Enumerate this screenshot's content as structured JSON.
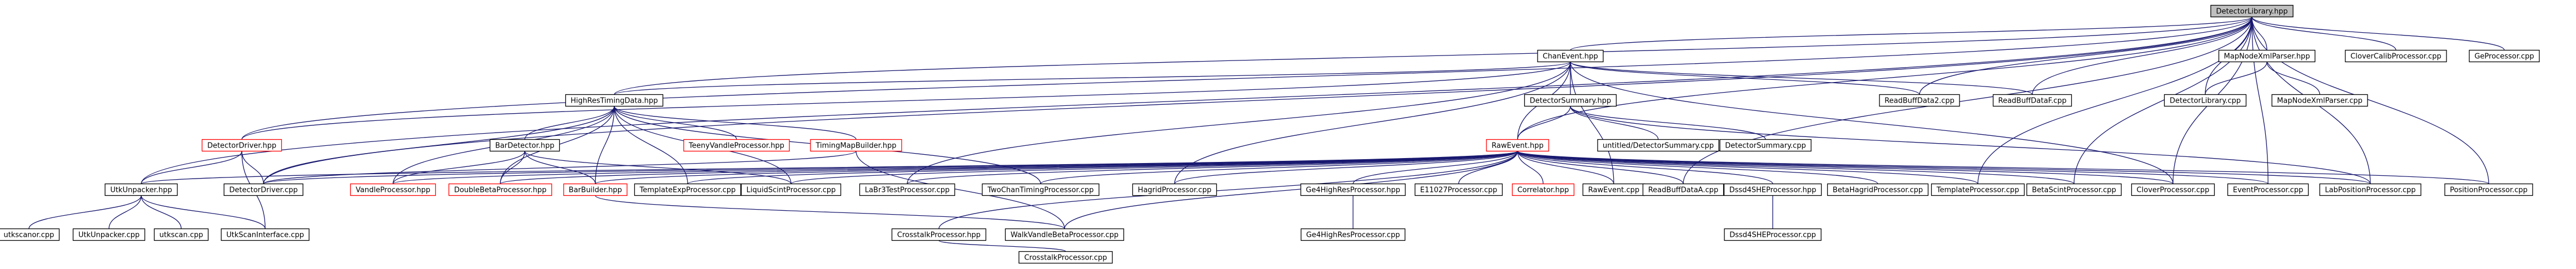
{
  "diagram": {
    "title": "DetectorLibrary.hpp",
    "colors": {
      "edge": "#191970",
      "node_border": "#000000",
      "node_border_undocumented": "#ff0000",
      "node_fill": "#ffffff",
      "node_fill_root": "#bfbfbf",
      "text": "#000000"
    },
    "nodes": [
      {
        "id": "detectorlibrary_hpp",
        "label": "DetectorLibrary.hpp",
        "root": true
      },
      {
        "id": "chanevent_hpp",
        "label": "ChanEvent.hpp"
      },
      {
        "id": "mapnodexmlparser_hpp",
        "label": "MapNodeXmlParser.hpp"
      },
      {
        "id": "clovercalibprocessor_cpp",
        "label": "CloverCalibProcessor.cpp"
      },
      {
        "id": "geprocessor_cpp",
        "label": "GeProcessor.cpp"
      },
      {
        "id": "highresttimingdata_hpp",
        "label": "HighResTimingData.hpp"
      },
      {
        "id": "detectorsummary_hpp",
        "label": "DetectorSummary.hpp"
      },
      {
        "id": "readbuffdata2_cpp",
        "label": "ReadBuffData2.cpp"
      },
      {
        "id": "readbuffdataf_cpp",
        "label": "ReadBuffDataF.cpp"
      },
      {
        "id": "detectorlibrary_cpp",
        "label": "DetectorLibrary.cpp"
      },
      {
        "id": "mapnodexmlparser_cpp",
        "label": "MapNodeXmlParser.cpp"
      },
      {
        "id": "detectordriver_hpp",
        "label": "DetectorDriver.hpp",
        "undocumented": true
      },
      {
        "id": "bardetector_hpp",
        "label": "BarDetector.hpp"
      },
      {
        "id": "teenyvandleprocessor_hpp",
        "label": "TeenyVandleProcessor.hpp",
        "undocumented": true
      },
      {
        "id": "timingmapbuilder_hpp",
        "label": "TimingMapBuilder.hpp",
        "undocumented": true
      },
      {
        "id": "rawevent_hpp",
        "label": "RawEvent.hpp",
        "undocumented": true
      },
      {
        "id": "untitled_detectorsummary_cpp",
        "label": "untitled/DetectorSummary.cpp"
      },
      {
        "id": "detectorsummary_cpp",
        "label": "DetectorSummary.cpp"
      },
      {
        "id": "utkunpacker_hpp",
        "label": "UtkUnpacker.hpp"
      },
      {
        "id": "detectordriver_cpp",
        "label": "DetectorDriver.cpp"
      },
      {
        "id": "vandleprocessor_hpp",
        "label": "VandleProcessor.hpp",
        "undocumented": true
      },
      {
        "id": "doublebetaprocessor_hpp",
        "label": "DoubleBetaProcessor.hpp",
        "undocumented": true
      },
      {
        "id": "barbuilder_hpp",
        "label": "BarBuilder.hpp",
        "undocumented": true
      },
      {
        "id": "templateexpprocessor_cpp",
        "label": "TemplateExpProcessor.cpp"
      },
      {
        "id": "liquidscintprocessor_cpp",
        "label": "LiquidScintProcessor.cpp"
      },
      {
        "id": "labr3testprocessor_cpp",
        "label": "LaBr3TestProcessor.cpp"
      },
      {
        "id": "twochantimingprocessor_cpp",
        "label": "TwoChanTimingProcessor.cpp"
      },
      {
        "id": "hagridprocessor_cpp",
        "label": "HagridProcessor.cpp"
      },
      {
        "id": "gehighresprocessor_hpp",
        "label": "Ge4HighResProcessor.hpp"
      },
      {
        "id": "e11027processor_cpp",
        "label": "E11027Processor.cpp"
      },
      {
        "id": "correlator_hpp",
        "label": "Correlator.hpp",
        "undocumented": true
      },
      {
        "id": "rawevent_cpp",
        "label": "RawEvent.cpp"
      },
      {
        "id": "readbuffdataa_cpp",
        "label": "ReadBuffDataA.cpp"
      },
      {
        "id": "dssdgsheprocessor_hpp",
        "label": "Dssd4SHEProcessor.hpp"
      },
      {
        "id": "betahagridprocessor_cpp",
        "label": "BetaHagridProcessor.cpp"
      },
      {
        "id": "templateprocessor_cpp",
        "label": "TemplateProcessor.cpp"
      },
      {
        "id": "betascintprocessor_cpp",
        "label": "BetaScintProcessor.cpp"
      },
      {
        "id": "cloverprocessor_cpp",
        "label": "CloverProcessor.cpp"
      },
      {
        "id": "eventprocessor_cpp",
        "label": "EventProcessor.cpp"
      },
      {
        "id": "labpositionprocessor_cpp",
        "label": "LabPositionProcessor.cpp"
      },
      {
        "id": "positionprocessor_cpp",
        "label": "PositionProcessor.cpp"
      },
      {
        "id": "utkscanor_cpp",
        "label": "utkscanor.cpp"
      },
      {
        "id": "utkunpacker_cpp",
        "label": "UtkUnpacker.cpp"
      },
      {
        "id": "utkscan_cpp",
        "label": "utkscan.cpp"
      },
      {
        "id": "utkscaninterface_cpp",
        "label": "UtkScanInterface.cpp"
      },
      {
        "id": "crosstalkprocessor_hpp",
        "label": "CrosstalkProcessor.hpp"
      },
      {
        "id": "wallvandlebetaprocessor_cpp",
        "label": "WalkVandleBetaProcessor.cpp"
      },
      {
        "id": "gehighresprocessor_cpp",
        "label": "Ge4HighResProcessor.cpp"
      },
      {
        "id": "dssdgsheprocessor_cpp",
        "label": "Dssd4SHEProcessor.cpp"
      },
      {
        "id": "crosstalkprocessor_cpp",
        "label": "CrosstalkProcessor.cpp"
      }
    ],
    "edges": [
      [
        "detectorlibrary_hpp",
        "chanevent_hpp"
      ],
      [
        "detectorlibrary_hpp",
        "mapnodexmlparser_hpp"
      ],
      [
        "detectorlibrary_hpp",
        "clovercalibprocessor_cpp"
      ],
      [
        "detectorlibrary_hpp",
        "geprocessor_cpp"
      ],
      [
        "detectorlibrary_hpp",
        "readbuffdata2_cpp"
      ],
      [
        "detectorlibrary_hpp",
        "readbuffdataf_cpp"
      ],
      [
        "detectorlibrary_hpp",
        "detectorlibrary_cpp"
      ],
      [
        "detectorlibrary_hpp",
        "detectordriver_hpp"
      ],
      [
        "detectorlibrary_hpp",
        "rawevent_hpp"
      ],
      [
        "detectorlibrary_hpp",
        "detectordriver_cpp"
      ],
      [
        "detectorlibrary_hpp",
        "highresttimingdata_hpp"
      ],
      [
        "detectorlibrary_hpp",
        "readbuffdataa_cpp"
      ],
      [
        "detectorlibrary_hpp",
        "betascintprocessor_cpp"
      ],
      [
        "detectorlibrary_hpp",
        "cloverprocessor_cpp"
      ],
      [
        "detectorlibrary_hpp",
        "eventprocessor_cpp"
      ],
      [
        "detectorlibrary_hpp",
        "labpositionprocessor_cpp"
      ],
      [
        "detectorlibrary_hpp",
        "positionprocessor_cpp"
      ],
      [
        "detectorlibrary_hpp",
        "templateprocessor_cpp"
      ],
      [
        "detectorlibrary_hpp",
        "utkunpacker_hpp"
      ],
      [
        "mapnodexmlparser_hpp",
        "detectorlibrary_cpp"
      ],
      [
        "mapnodexmlparser_hpp",
        "mapnodexmlparser_cpp"
      ],
      [
        "chanevent_hpp",
        "highresttimingdata_hpp"
      ],
      [
        "chanevent_hpp",
        "detectorsummary_hpp"
      ],
      [
        "chanevent_hpp",
        "readbuffdata2_cpp"
      ],
      [
        "chanevent_hpp",
        "readbuffdataf_cpp"
      ],
      [
        "chanevent_hpp",
        "rawevent_hpp"
      ],
      [
        "chanevent_hpp",
        "detectordriver_hpp"
      ],
      [
        "chanevent_hpp",
        "hagridprocessor_cpp"
      ],
      [
        "chanevent_hpp",
        "labr3testprocessor_cpp"
      ],
      [
        "chanevent_hpp",
        "rawevent_cpp"
      ],
      [
        "chanevent_hpp",
        "cloverprocessor_cpp"
      ],
      [
        "detectorsummary_hpp",
        "rawevent_hpp"
      ],
      [
        "detectorsummary_hpp",
        "untitled_detectorsummary_cpp"
      ],
      [
        "detectorsummary_hpp",
        "detectorsummary_cpp"
      ],
      [
        "detectorsummary_hpp",
        "labpositionprocessor_cpp"
      ],
      [
        "highresttimingdata_hpp",
        "bardetector_hpp"
      ],
      [
        "highresttimingdata_hpp",
        "teenyvandleprocessor_hpp"
      ],
      [
        "highresttimingdata_hpp",
        "timingmapbuilder_hpp"
      ],
      [
        "highresttimingdata_hpp",
        "detectordriver_cpp"
      ],
      [
        "highresttimingdata_hpp",
        "vandleprocessor_hpp"
      ],
      [
        "highresttimingdata_hpp",
        "doublebetaprocessor_hpp"
      ],
      [
        "highresttimingdata_hpp",
        "barbuilder_hpp"
      ],
      [
        "highresttimingdata_hpp",
        "templateexpprocessor_cpp"
      ],
      [
        "highresttimingdata_hpp",
        "liquidscintprocessor_cpp"
      ],
      [
        "highresttimingdata_hpp",
        "twochantimingprocessor_cpp"
      ],
      [
        "bardetector_hpp",
        "vandleprocessor_hpp"
      ],
      [
        "bardetector_hpp",
        "doublebetaprocessor_hpp"
      ],
      [
        "bardetector_hpp",
        "barbuilder_hpp"
      ],
      [
        "bardetector_hpp",
        "liquidscintprocessor_cpp"
      ],
      [
        "timingmapbuilder_hpp",
        "detectordriver_cpp"
      ],
      [
        "timingmapbuilder_hpp",
        "wallvandlebetaprocessor_cpp"
      ],
      [
        "detectordriver_hpp",
        "utkunpacker_hpp"
      ],
      [
        "detectordriver_hpp",
        "detectordriver_cpp"
      ],
      [
        "detectordriver_hpp",
        "utkscaninterface_cpp"
      ],
      [
        "rawevent_hpp",
        "detectordriver_cpp"
      ],
      [
        "rawevent_hpp",
        "utkunpacker_hpp"
      ],
      [
        "rawevent_hpp",
        "vandleprocessor_hpp"
      ],
      [
        "rawevent_hpp",
        "doublebetaprocessor_hpp"
      ],
      [
        "rawevent_hpp",
        "barbuilder_hpp"
      ],
      [
        "rawevent_hpp",
        "templateexpprocessor_cpp"
      ],
      [
        "rawevent_hpp",
        "liquidscintprocessor_cpp"
      ],
      [
        "rawevent_hpp",
        "labr3testprocessor_cpp"
      ],
      [
        "rawevent_hpp",
        "twochantimingprocessor_cpp"
      ],
      [
        "rawevent_hpp",
        "hagridprocessor_cpp"
      ],
      [
        "rawevent_hpp",
        "gehighresprocessor_hpp"
      ],
      [
        "rawevent_hpp",
        "e11027processor_cpp"
      ],
      [
        "rawevent_hpp",
        "correlator_hpp"
      ],
      [
        "rawevent_hpp",
        "rawevent_cpp"
      ],
      [
        "rawevent_hpp",
        "readbuffdataa_cpp"
      ],
      [
        "rawevent_hpp",
        "dssdgsheprocessor_hpp"
      ],
      [
        "rawevent_hpp",
        "betahagridprocessor_cpp"
      ],
      [
        "rawevent_hpp",
        "templateprocessor_cpp"
      ],
      [
        "rawevent_hpp",
        "betascintprocessor_cpp"
      ],
      [
        "rawevent_hpp",
        "cloverprocessor_cpp"
      ],
      [
        "rawevent_hpp",
        "eventprocessor_cpp"
      ],
      [
        "rawevent_hpp",
        "labpositionprocessor_cpp"
      ],
      [
        "rawevent_hpp",
        "positionprocessor_cpp"
      ],
      [
        "rawevent_hpp",
        "crosstalkprocessor_hpp"
      ],
      [
        "rawevent_hpp",
        "wallvandlebetaprocessor_cpp"
      ],
      [
        "utkunpacker_hpp",
        "utkscanor_cpp"
      ],
      [
        "utkunpacker_hpp",
        "utkunpacker_cpp"
      ],
      [
        "utkunpacker_hpp",
        "utkscan_cpp"
      ],
      [
        "utkunpacker_hpp",
        "utkscaninterface_cpp"
      ],
      [
        "gehighresprocessor_hpp",
        "gehighresprocessor_cpp"
      ],
      [
        "dssdgsheprocessor_hpp",
        "dssdgsheprocessor_cpp"
      ],
      [
        "crosstalkprocessor_hpp",
        "crosstalkprocessor_cpp"
      ],
      [
        "barbuilder_hpp",
        "wallvandlebetaprocessor_cpp"
      ]
    ]
  }
}
